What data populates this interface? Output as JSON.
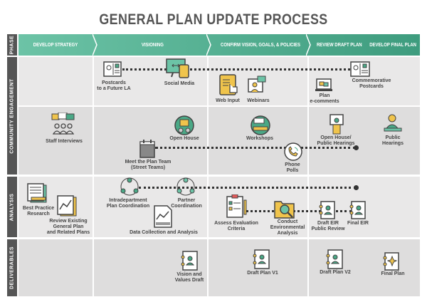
{
  "title": "GENERAL PLAN UPDATE PROCESS",
  "rows": {
    "phase": "PHASE",
    "community": "COMMUNITY ENGAGEMENT",
    "analysis": "ANALYSIS",
    "deliverables": "DELIVERABLES"
  },
  "phases": [
    "DEVELOP STRATEGY",
    "VISIONING",
    "CONFIRM VISION, GOALS, & POLICIES",
    "REVIEW DRAFT PLAN",
    "DEVELOP FINAL PLAN"
  ],
  "colors": {
    "green": "#4aa886",
    "teal": "#3e9c7e",
    "yellow": "#f0c44c",
    "dark": "#555555",
    "cell": "#e9e8e8"
  },
  "community": {
    "postcards": "Postcards\nto a Future LA",
    "social": "Social Media",
    "commemorative": "Commemorative\nPostcards",
    "web": "Web Input",
    "webinars": "Webinars",
    "ecomments": "Plan\ne-comments",
    "staff": "Staff Interviews",
    "openhouse": "Open House",
    "meet": "Meet the Plan Team\n(Street Teams)",
    "workshops": "Workshops",
    "phone": "Phone\nPolls",
    "openhearings": "Open House/\nPublic Hearings",
    "hearings": "Public\nHearings"
  },
  "analysis": {
    "best": "Best Practice\nResearch",
    "review": "Review Existing\nGeneral Plan\nand Related Plans",
    "intra": "Intradepartment\nPlan Coordination",
    "partner": "Partner\nCoordination",
    "data": "Data Collection and Analysis",
    "assess": "Assess Evaluation\nCriteria",
    "conduct": "Conduct\nEnvironmental\nAnalysis",
    "drafteir": "Draft EIR\nPublic Review",
    "finaleir": "Final EIR"
  },
  "deliverables": {
    "vision": "Vision and\nValues Draft",
    "v1": "Draft Plan V1",
    "v2": "Draft Plan V2",
    "final": "Final Plan"
  }
}
